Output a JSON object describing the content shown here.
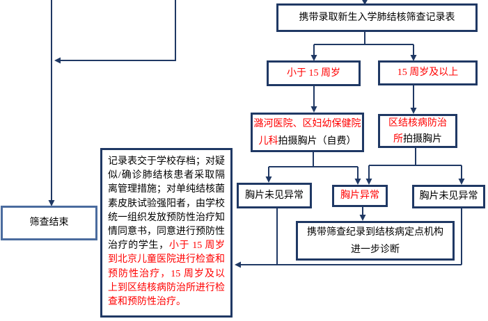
{
  "colors": {
    "line": "#1F3864",
    "border": "#1F3864",
    "end_border": "#4A6B9E",
    "red": "#FF0000",
    "text": "#000000"
  },
  "nodes": {
    "record_form": {
      "label": "携带录取新生入学肺结核筛查记录表"
    },
    "under_15": {
      "label": "小于 15 周岁"
    },
    "over_15": {
      "label": "15 周岁及以上"
    },
    "luhe_hospital": {
      "line1_red": "潞河医院、区妇幼保健院",
      "line2_red": "儿科",
      "line2_black": "拍摄胸片（自费）"
    },
    "tb_dispensary": {
      "line1_red": "区结核病防治",
      "line2_red": "所",
      "line2_black": "拍摄胸片"
    },
    "xray_normal_left": {
      "label": "胸片未见异常"
    },
    "xray_abnormal": {
      "label": "胸片异常"
    },
    "xray_normal_right": {
      "label": "胸片未见异常"
    },
    "further_diagnosis": {
      "line1": "携带筛查纪录到结核病定点机构",
      "line2": "进一步诊断"
    },
    "screening_end": {
      "label": "筛查结束"
    },
    "archive_note": {
      "black": "记录表交于学校存档；对疑似/确诊肺结核患者采取隔离管理措施；对单纯结核菌素皮肤试验强阳者，由学校统一组织发放预防性治疗知情同意书，同意进行预防性治疗的学生，",
      "red": "小于 15 周岁到北京儿童医院进行检查和预防性治疗，15 周岁及以上到区结核病防治所进行检查和预防性治疗。"
    }
  }
}
